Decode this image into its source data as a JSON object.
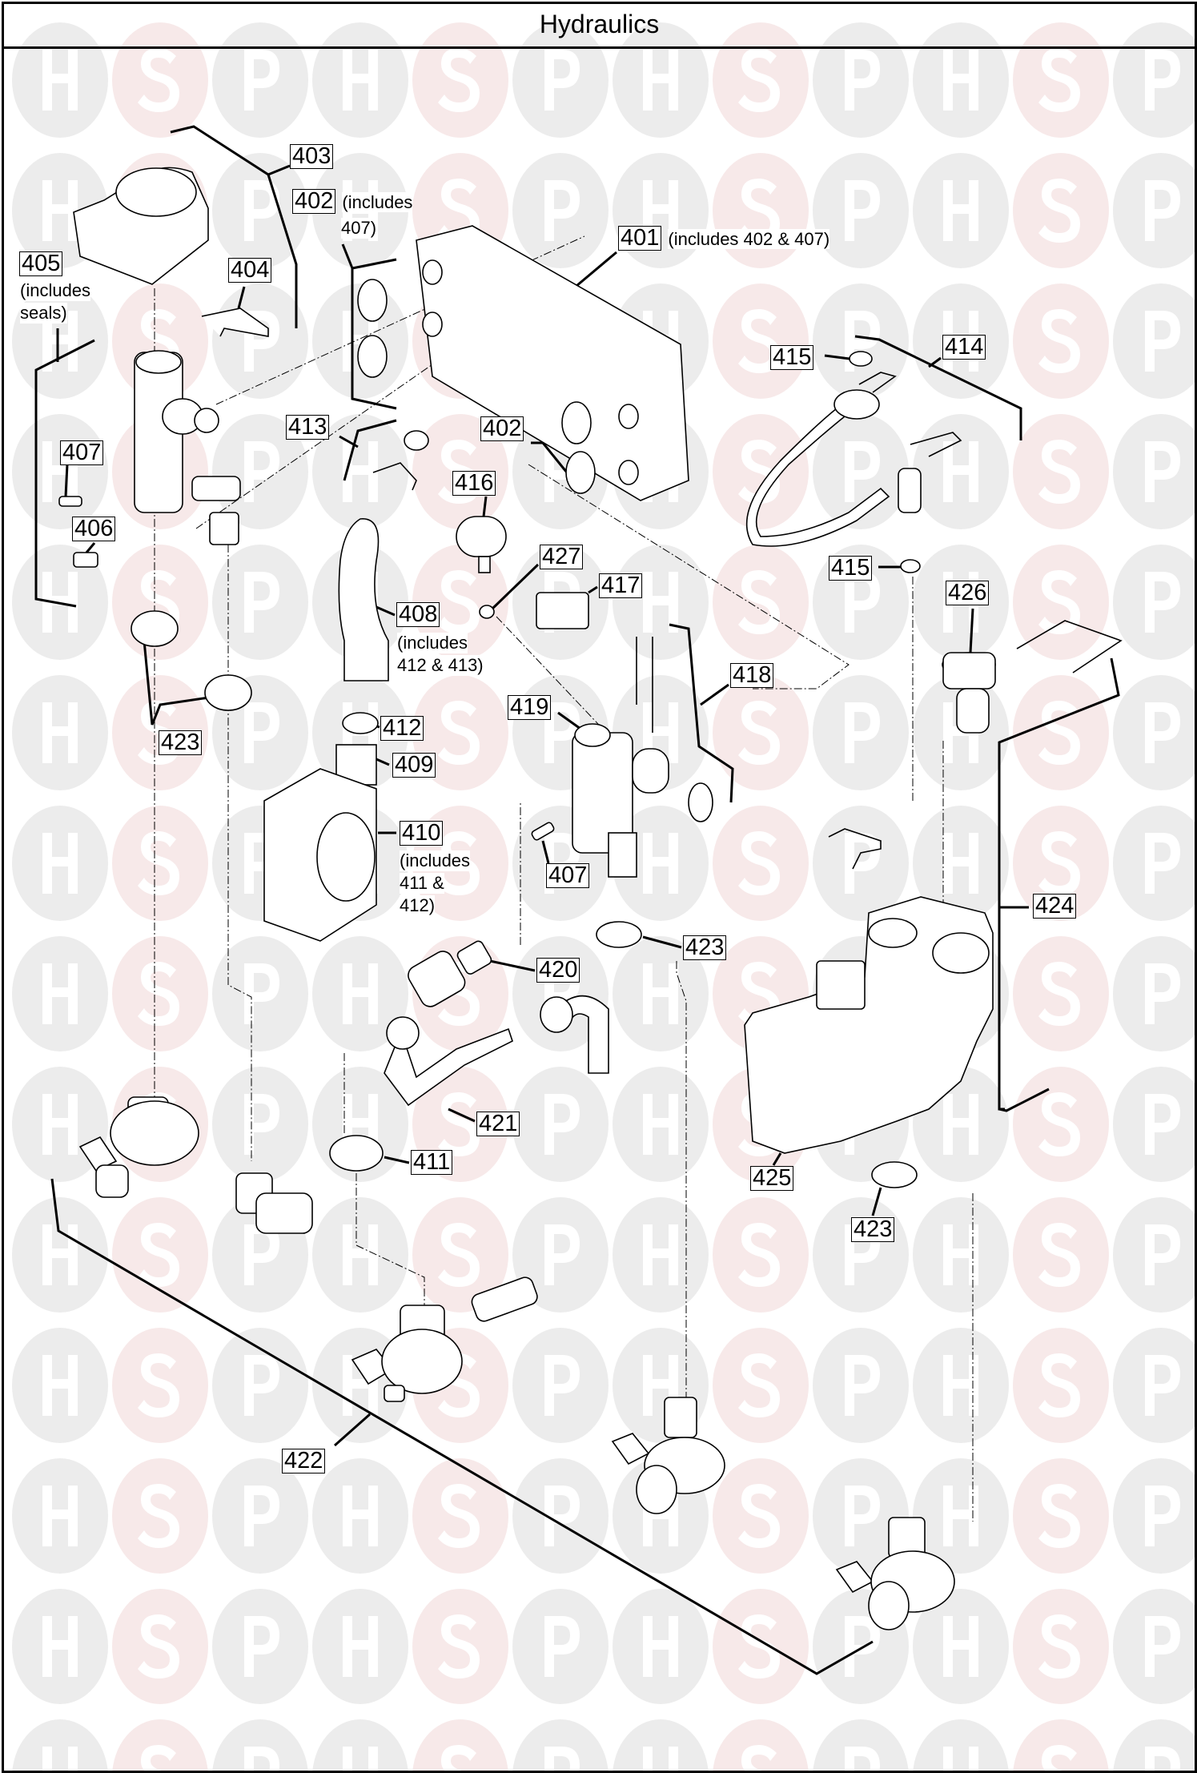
{
  "title": "Hydraulics",
  "watermark": {
    "letters": [
      "H",
      "S",
      "P"
    ],
    "grey": "#ececec",
    "pink": "#f7e9e9"
  },
  "callouts": [
    {
      "id": "401",
      "note": "(includes 402 & 407)"
    },
    {
      "id": "402",
      "note": "(includes",
      "note2": "407)"
    },
    {
      "id": "402b",
      "label": "402"
    },
    {
      "id": "403"
    },
    {
      "id": "404"
    },
    {
      "id": "405",
      "note": "(includes",
      "note2": "seals)"
    },
    {
      "id": "406"
    },
    {
      "id": "407"
    },
    {
      "id": "407b",
      "label": "407"
    },
    {
      "id": "408",
      "note": "(includes",
      "note2": "412 & 413)"
    },
    {
      "id": "409"
    },
    {
      "id": "410",
      "note": "(includes",
      "note2": "411 &",
      "note3": "412)"
    },
    {
      "id": "411"
    },
    {
      "id": "412"
    },
    {
      "id": "413"
    },
    {
      "id": "414"
    },
    {
      "id": "415"
    },
    {
      "id": "415b",
      "label": "415"
    },
    {
      "id": "416"
    },
    {
      "id": "417"
    },
    {
      "id": "418"
    },
    {
      "id": "419"
    },
    {
      "id": "420"
    },
    {
      "id": "421"
    },
    {
      "id": "422"
    },
    {
      "id": "423"
    },
    {
      "id": "423b",
      "label": "423"
    },
    {
      "id": "423c",
      "label": "423"
    },
    {
      "id": "424"
    },
    {
      "id": "425"
    },
    {
      "id": "426"
    },
    {
      "id": "427"
    }
  ],
  "labels": {
    "c401": "401",
    "c401_note": "(includes 402 & 407)",
    "c402": "402",
    "c402_note1": "(includes",
    "c402_note2": "407)",
    "c402b": "402",
    "c403": "403",
    "c404": "404",
    "c405": "405",
    "c405_note1": "(includes",
    "c405_note2": "seals)",
    "c406": "406",
    "c407": "407",
    "c407b": "407",
    "c408": "408",
    "c408_note1": "(includes",
    "c408_note2": "412 & 413)",
    "c409": "409",
    "c410": "410",
    "c410_note1": "(includes",
    "c410_note2": "411 &",
    "c410_note3": "412)",
    "c411": "411",
    "c412": "412",
    "c413": "413",
    "c414": "414",
    "c415": "415",
    "c415b": "415",
    "c416": "416",
    "c417": "417",
    "c418": "418",
    "c419": "419",
    "c420": "420",
    "c421": "421",
    "c422": "422",
    "c423": "423",
    "c423b": "423",
    "c423c": "423",
    "c424": "424",
    "c425": "425",
    "c426": "426",
    "c427": "427"
  }
}
